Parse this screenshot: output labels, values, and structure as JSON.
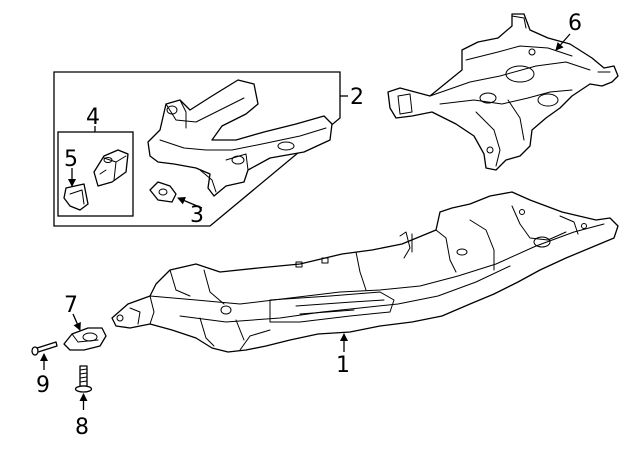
{
  "callouts": [
    {
      "id": "1",
      "text": "1",
      "part": "frame-assembly"
    },
    {
      "id": "2",
      "text": "2",
      "part": "front-crossmember-group"
    },
    {
      "id": "3",
      "text": "3",
      "part": "bracket"
    },
    {
      "id": "4",
      "text": "4",
      "part": "mount-kit-group"
    },
    {
      "id": "5",
      "text": "5",
      "part": "mount-clip"
    },
    {
      "id": "6",
      "text": "6",
      "part": "rear-subframe"
    },
    {
      "id": "7",
      "text": "7",
      "part": "bushing"
    },
    {
      "id": "8",
      "text": "8",
      "part": "bolt"
    },
    {
      "id": "9",
      "text": "9",
      "part": "pin"
    }
  ]
}
